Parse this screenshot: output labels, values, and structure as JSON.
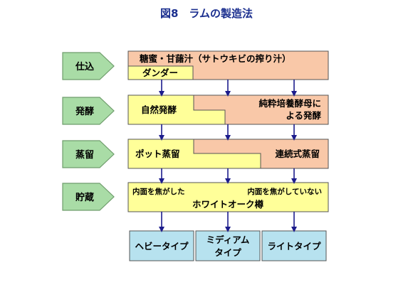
{
  "title": "図8　ラムの製造法",
  "stages": [
    {
      "id": "shikomi",
      "label": "仕込"
    },
    {
      "id": "hakko",
      "label": "発酵"
    },
    {
      "id": "joryu",
      "label": "蒸留"
    },
    {
      "id": "chozo",
      "label": "貯蔵"
    }
  ],
  "shikomi": {
    "molasses": "糖蜜・甘藷汁（サトウキビの搾り汁）",
    "dunder": "ダンダー"
  },
  "hakko": {
    "natural": "自然発酵",
    "pure_line1": "純粋培養酵母に",
    "pure_line2": "よる発酵"
  },
  "joryu": {
    "pot": "ポット蒸留",
    "continuous": "連続式蒸留"
  },
  "chozo": {
    "charred": "内面を焦がした",
    "uncharred": "内面を焦がしていない",
    "cask": "ホワイトオーク樽"
  },
  "results": {
    "heavy": "ヘビータイプ",
    "medium_line1": "ミディアム",
    "medium_line2": "タイプ",
    "light": "ライトタイプ"
  },
  "colors": {
    "title": "#1b2f8f",
    "stage_fill": "#a9dca6",
    "stage_stroke": "#6f9d6c",
    "yellow": "#ffff99",
    "peach": "#f9c8a8",
    "result_fill": "#b7e2ef",
    "arrow": "#1c1c8c",
    "line": "#555555"
  }
}
